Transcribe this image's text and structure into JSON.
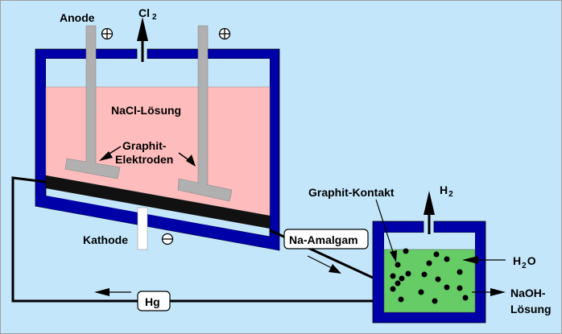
{
  "title": "Amalgamverfahren (Chlor-Alkali-Elektrolyse)",
  "labels": {
    "anode": "Anode",
    "cl2_main": "Cl",
    "cl2_sub": "2",
    "plus_symbol": "⊕",
    "minus_symbol": "⊖",
    "nacl_solution": "NaCl-Lösung",
    "graphite_electrodes_line1": "Graphit-",
    "graphite_electrodes_line2": "Elektroden",
    "cathode": "Kathode",
    "na_amalgam": "Na-Amalgam",
    "hg": "Hg",
    "graphite_contact": "Graphit-Kontakt",
    "h2_main": "H",
    "h2_sub": "2",
    "h2o_h": "H",
    "h2o_sub": "2",
    "h2o_o": "O",
    "naoh_line1": "NaOH-",
    "naoh_line2": "Lösung"
  },
  "colors": {
    "background": "#c4e6fb",
    "vessel": "#0000a8",
    "brine": "#ffbcbc",
    "mercury": "#111111",
    "electrode": "#b0b0b0",
    "cathode_rod": "#ffffff",
    "naoh_solution": "#66cc66",
    "particle": "#000000"
  }
}
